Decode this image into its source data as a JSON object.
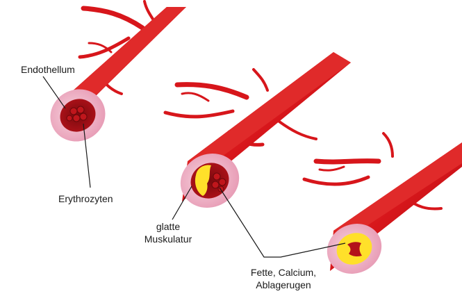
{
  "labels": {
    "endothelium": "Endothellum",
    "erythrocytes": "Erythrozyten",
    "smooth_muscle_line1": "glatte",
    "smooth_muscle_line2": "Muskulatur",
    "deposits_line1": "Fette, Calcium,",
    "deposits_line2": "Ablagerugen"
  },
  "colors": {
    "vessel_red": "#d7161b",
    "vessel_dark": "#a80d12",
    "vessel_light": "#ef4a3f",
    "wall_pink": "#f1b3c8",
    "lumen_dark": "#8a0d12",
    "plaque_yellow": "#ffe02a",
    "leader_line": "#1a1a1a"
  }
}
